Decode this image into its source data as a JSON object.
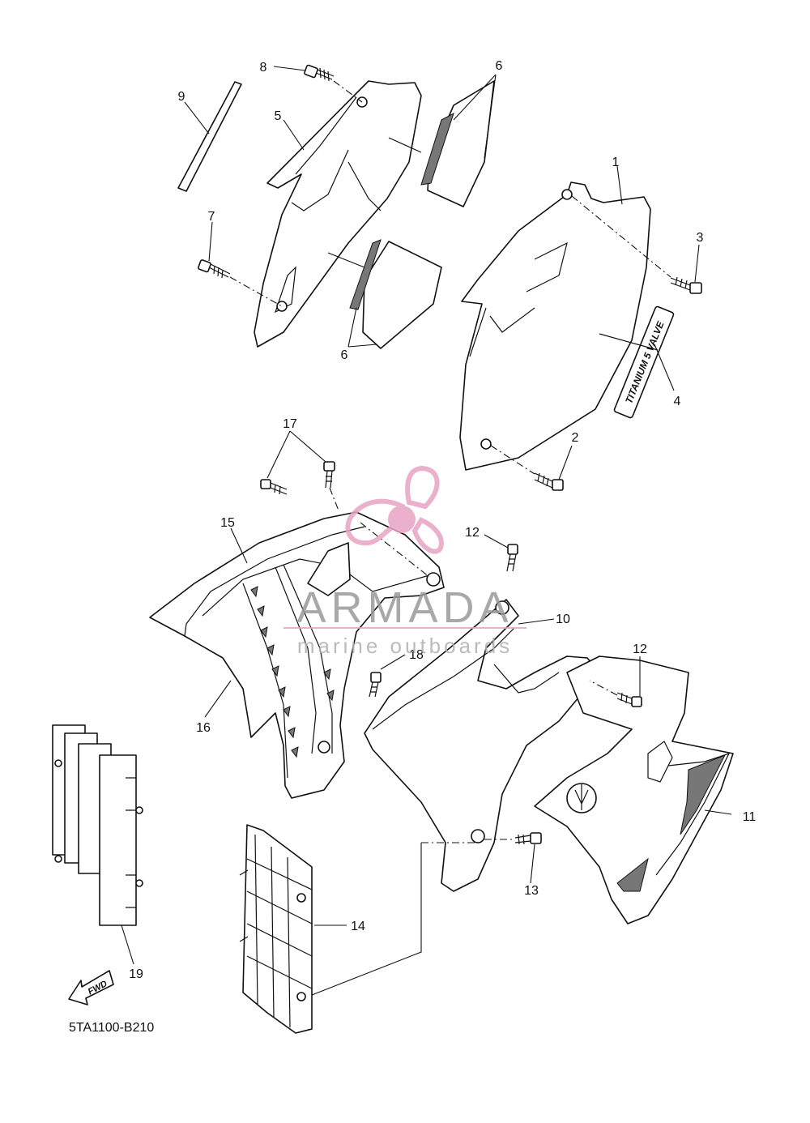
{
  "diagram": {
    "code": "5TA1100-B210",
    "direction_label": "FWD",
    "callouts": [
      "1",
      "2",
      "3",
      "4",
      "5",
      "6",
      "6",
      "7",
      "8",
      "9",
      "10",
      "11",
      "12",
      "12",
      "13",
      "14",
      "15",
      "16",
      "17",
      "18",
      "19"
    ],
    "decal_text": "TITANIUM 5 VALVE"
  },
  "watermark": {
    "brand": "ARMADA",
    "tagline": "marine outboards",
    "colors": {
      "logo": "#e7a3c4",
      "text": "#9a9a9a",
      "rule": "#e7a3c4"
    }
  }
}
